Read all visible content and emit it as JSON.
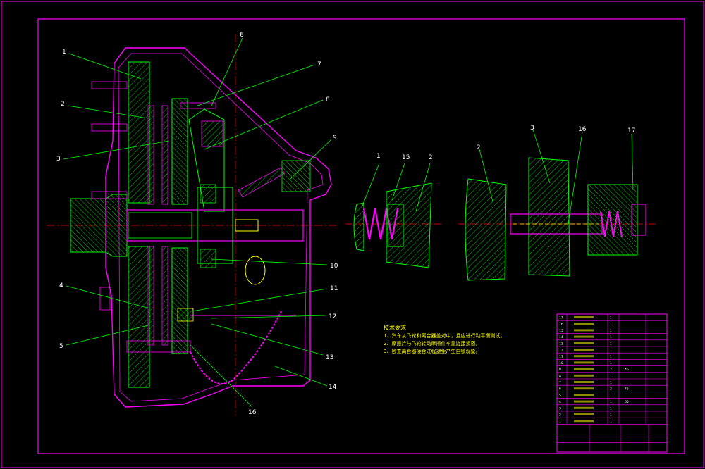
{
  "colors": {
    "border": "#ff00ff",
    "part": "#00ff00",
    "leader": "#00ff00",
    "centerline": "#ff0000",
    "label": "#ffffff",
    "note": "#ffff00",
    "background": "#000000"
  },
  "main_view": {
    "labels": [
      {
        "id": "1",
        "text": "1"
      },
      {
        "id": "2",
        "text": "2"
      },
      {
        "id": "3",
        "text": "3"
      },
      {
        "id": "4",
        "text": "4"
      },
      {
        "id": "5",
        "text": "5"
      },
      {
        "id": "6",
        "text": "6"
      },
      {
        "id": "7",
        "text": "7"
      },
      {
        "id": "8",
        "text": "8"
      },
      {
        "id": "9",
        "text": "9"
      },
      {
        "id": "10",
        "text": "10"
      },
      {
        "id": "11",
        "text": "11"
      },
      {
        "id": "12",
        "text": "12"
      },
      {
        "id": "13",
        "text": "13"
      },
      {
        "id": "14",
        "text": "14"
      },
      {
        "id": "16",
        "text": "16"
      }
    ]
  },
  "detail_a": {
    "labels": [
      {
        "id": "1",
        "text": "1"
      },
      {
        "id": "15",
        "text": "15"
      },
      {
        "id": "2",
        "text": "2"
      }
    ]
  },
  "detail_b": {
    "labels": [
      {
        "id": "2",
        "text": "2"
      },
      {
        "id": "3",
        "text": "3"
      },
      {
        "id": "16",
        "text": "16"
      },
      {
        "id": "17",
        "text": "17"
      }
    ]
  },
  "notes": {
    "title": "技术要求",
    "items": [
      "1、汽车从飞轮和离合器盖对中，且应进行动平衡测试。",
      "2、摩擦片与飞轮转动摩擦件牢靠连接紧密。",
      "3、检查离合器接合过程避免产生自锁现象。"
    ]
  },
  "title_block": {
    "rows": [
      {
        "no": "17",
        "name": "",
        "qty": "1",
        "material": ""
      },
      {
        "no": "16",
        "name": "",
        "qty": "1",
        "material": ""
      },
      {
        "no": "15",
        "name": "",
        "qty": "1",
        "material": ""
      },
      {
        "no": "14",
        "name": "",
        "qty": "1",
        "material": ""
      },
      {
        "no": "13",
        "name": "",
        "qty": "1",
        "material": ""
      },
      {
        "no": "12",
        "name": "",
        "qty": "1",
        "material": ""
      },
      {
        "no": "11",
        "name": "",
        "qty": "1",
        "material": ""
      },
      {
        "no": "10",
        "name": "",
        "qty": "1",
        "material": ""
      },
      {
        "no": "9",
        "name": "",
        "qty": "2",
        "material": "45"
      },
      {
        "no": "8",
        "name": "",
        "qty": "1",
        "material": ""
      },
      {
        "no": "7",
        "name": "",
        "qty": "1",
        "material": ""
      },
      {
        "no": "6",
        "name": "",
        "qty": "2",
        "material": "45"
      },
      {
        "no": "5",
        "name": "",
        "qty": "1",
        "material": ""
      },
      {
        "no": "4",
        "name": "",
        "qty": "1",
        "material": "65"
      },
      {
        "no": "3",
        "name": "",
        "qty": "1",
        "material": ""
      },
      {
        "no": "2",
        "name": "",
        "qty": "1",
        "material": ""
      },
      {
        "no": "1",
        "name": "",
        "qty": "1",
        "material": ""
      }
    ]
  }
}
